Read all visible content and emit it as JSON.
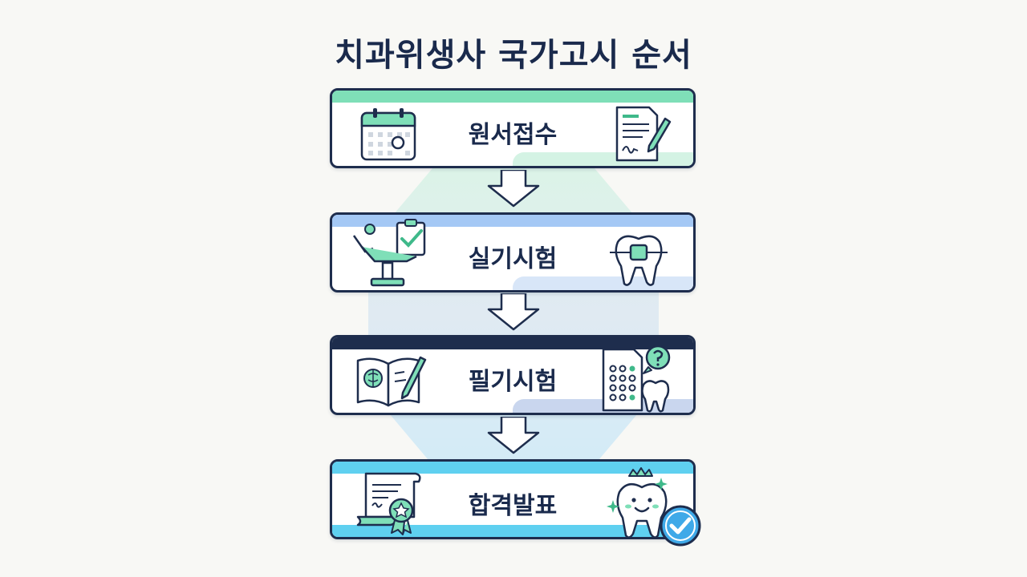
{
  "title": "치과위생사 국가고시 순서",
  "steps": [
    {
      "label": "원서접수",
      "accent": "#7fdfb8",
      "left_icon": "calendar-icon",
      "right_icon": "document-pen-icon"
    },
    {
      "label": "실기시험",
      "accent": "#a4c8f5",
      "left_icon": "dental-chair-checklist-icon",
      "right_icon": "tooth-braces-icon"
    },
    {
      "label": "필기시험",
      "accent": "#1e2d4d",
      "left_icon": "book-brain-pencil-icon",
      "right_icon": "answer-sheet-tooth-question-icon"
    },
    {
      "label": "합격발표",
      "accent": "#5fd0f0",
      "left_icon": "certificate-badge-icon",
      "right_icon": "happy-tooth-check-icon"
    }
  ],
  "colors": {
    "outline": "#1e2d4d",
    "green": "#3fb98a",
    "background": "#f8f8f5"
  }
}
